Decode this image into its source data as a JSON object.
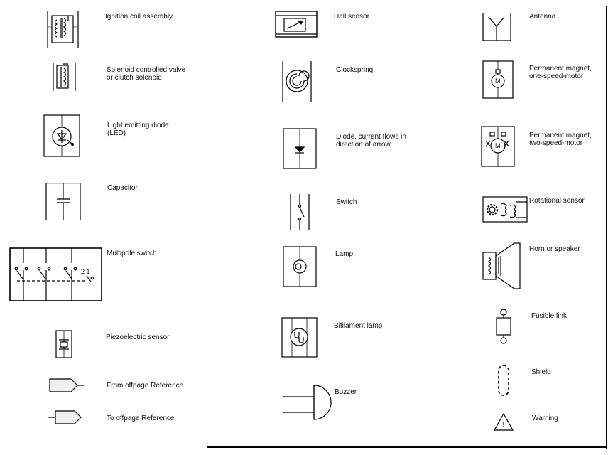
{
  "symbols": {
    "ignition_coil": "Ignition coil assembly",
    "solenoid": "Solenoid controlled valve\nor clutch solenoid",
    "led": "Light emitting diode\n(LED)",
    "capacitor": "Capacitor",
    "multipole_switch": "Multipole switch",
    "multipole_positions": "2 1",
    "piezo": "Piezoelectric sensor",
    "from_offpage": "From offpage Reference",
    "to_offpage": "To offpage Reference",
    "hall_sensor": "Hall sensor",
    "clockspring": "Clockspring",
    "diode": "Diode, current flows in\ndirection of arrow",
    "switch": "Switch",
    "lamp": "Lamp",
    "bifilament_lamp": "Bifilament lamp",
    "buzzer": "Buzzer",
    "antenna": "Antenna",
    "motor_one_speed": "Permanent magnet,\none-speed-motor",
    "motor_letter": "M",
    "motor_two_speed": "Permanent magnet,\ntwo-speed-motor",
    "rotational_sensor": "Rotational sensor",
    "horn": "Horn or speaker",
    "fusible_link": "Fusible link",
    "shield": "Shield",
    "warning": "Warning",
    "warning_mark": "!"
  }
}
